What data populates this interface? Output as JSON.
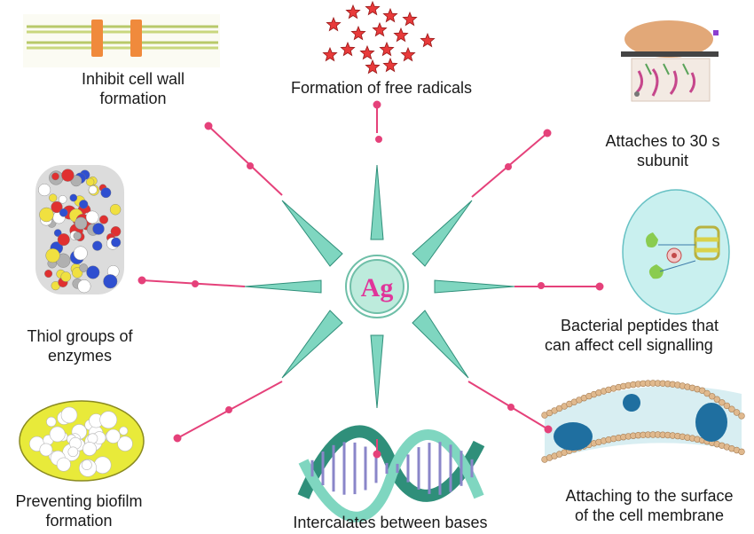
{
  "center": {
    "label": "Ag"
  },
  "labels": {
    "cell_wall": [
      "Inhibit cell wall",
      "formation"
    ],
    "free_radicals": [
      "Formation of free radicals"
    ],
    "ribosome": [
      "Attaches to 30 s",
      "subunit"
    ],
    "thiol": [
      "Thiol groups of",
      "enzymes"
    ],
    "signalling": [
      "Bacterial peptides that",
      "can affect cell signalling"
    ],
    "biofilm": [
      "Preventing biofilm",
      "formation"
    ],
    "dna": [
      "Intercalates between bases"
    ],
    "membrane": [
      "Attaching to the surface",
      "of the cell membrane"
    ]
  },
  "colors": {
    "spike": "#7fd6c0",
    "spike_edge": "#2f8f7a",
    "line": "#e5417a",
    "center_fill": "#bdebdc",
    "center_ring": "#6fbfa8",
    "center_text": "#e0359a"
  }
}
